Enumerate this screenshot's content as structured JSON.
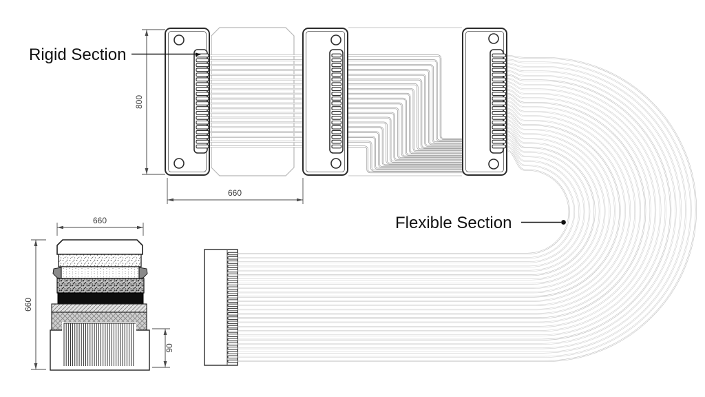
{
  "labels": {
    "rigid_section": "Rigid Section",
    "flexible_section": "Flexible Section"
  },
  "dimensions": {
    "rigid_height": "800",
    "rigid_spacing": "660",
    "stack_width": "660",
    "stack_height": "660",
    "terminal_height": "90"
  },
  "diagram": {
    "rigid_board_count": 3,
    "connector_pin_count": 20,
    "flex_conductor_count": 20,
    "ribbon_conductor_count": 26,
    "bottom_connector_pin_count": 26,
    "holes_per_board": 2
  },
  "palette": {
    "background": "#ffffff",
    "outline": "#2b2b2b",
    "inner_outline": "#555555",
    "dim_color": "#4a4a4a",
    "dim_text": "#3a3a3a",
    "label_color": "#111111",
    "flex_outline": "#b8b8b8",
    "flex_trace": "#b2b2b2",
    "stair_trace": "#9a9a9a",
    "ribbon_trace": "#cdcdcd",
    "ribbon_trace_dark": "#bdbdbd",
    "trace_core": "#ffffff"
  }
}
